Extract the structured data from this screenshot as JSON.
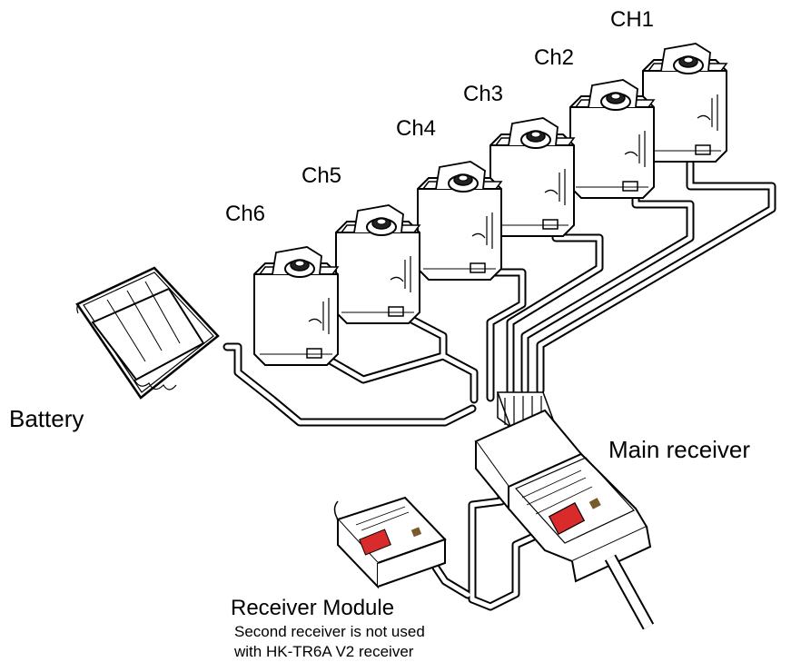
{
  "labels": {
    "ch1": "CH1",
    "ch2": "Ch2",
    "ch3": "Ch3",
    "ch4": "Ch4",
    "ch5": "Ch5",
    "ch6": "Ch6",
    "battery": "Battery",
    "main_receiver": "Main receiver",
    "receiver_module": "Receiver Module",
    "note_line1": "Second receiver is not used",
    "note_line2": "with HK-TR6A V2 receiver"
  },
  "colors": {
    "line": "#000000",
    "receiver_sticker": "#d92b2b"
  },
  "icons": [
    "servo-icon",
    "battery-pack-icon",
    "main-receiver-icon",
    "receiver-module-icon"
  ]
}
